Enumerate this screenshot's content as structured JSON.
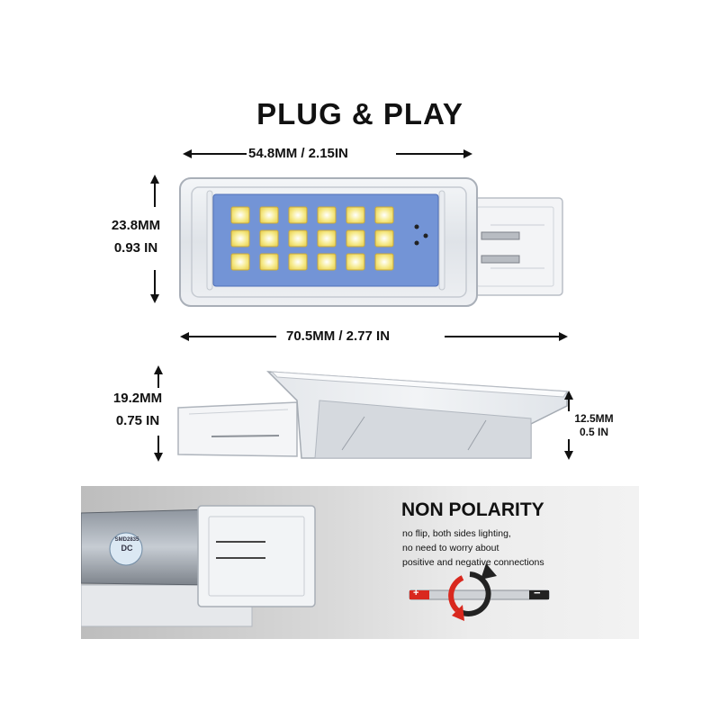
{
  "title": "PLUG & PLAY",
  "dimensions": {
    "top_length": "54.8MM / 2.15IN",
    "height_mm": "23.8MM",
    "height_in": "0.93 IN",
    "total_length": "70.5MM / 2.77 IN",
    "side_height_mm": "19.2MM",
    "side_height_in": "0.75 IN",
    "thickness_mm": "12.5MM",
    "thickness_in": "0.5 IN"
  },
  "non_polarity": {
    "heading": "NON POLARITY",
    "lines": [
      "no flip, both sides lighting,",
      "no need to worry about",
      "positive and negative connections"
    ],
    "plus": "+",
    "minus": "−"
  },
  "chip_label": {
    "line1": "SMD2835",
    "line2": "DC"
  },
  "colors": {
    "led_yellow": "#f3e36a",
    "led_blue": "#6f8fd8",
    "arrow_red": "#d9281e",
    "arrow_black": "#222222"
  }
}
